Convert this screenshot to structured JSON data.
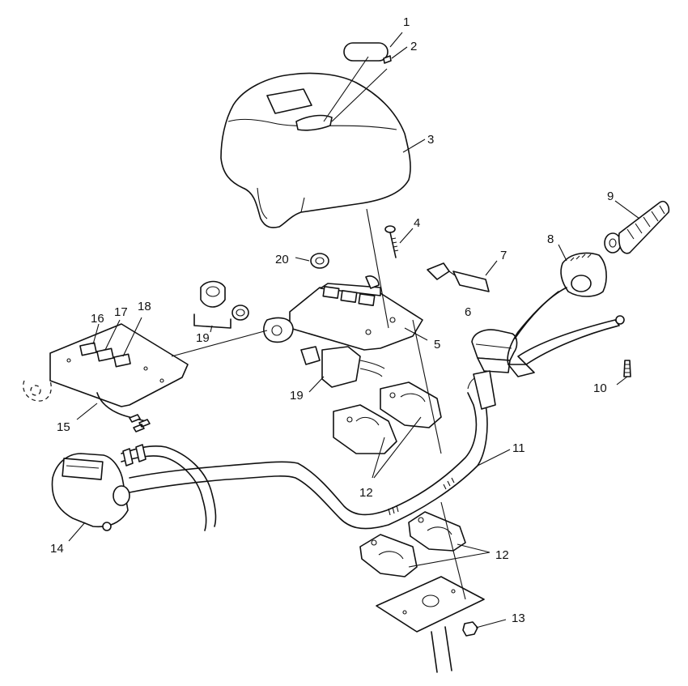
{
  "callouts": [
    {
      "id": "c1",
      "label": "1"
    },
    {
      "id": "c2",
      "label": "2"
    },
    {
      "id": "c3",
      "label": "3"
    },
    {
      "id": "c4",
      "label": "4"
    },
    {
      "id": "c5",
      "label": "5"
    },
    {
      "id": "c6",
      "label": "6"
    },
    {
      "id": "c7",
      "label": "7"
    },
    {
      "id": "c8",
      "label": "8"
    },
    {
      "id": "c9",
      "label": "9"
    },
    {
      "id": "c10",
      "label": "10"
    },
    {
      "id": "c11",
      "label": "11"
    },
    {
      "id": "c12a",
      "label": "12"
    },
    {
      "id": "c12b",
      "label": "12"
    },
    {
      "id": "c13",
      "label": "13"
    },
    {
      "id": "c14",
      "label": "14"
    },
    {
      "id": "c15",
      "label": "15"
    },
    {
      "id": "c16",
      "label": "16"
    },
    {
      "id": "c17",
      "label": "17"
    },
    {
      "id": "c18",
      "label": "18"
    },
    {
      "id": "c19a",
      "label": "19"
    },
    {
      "id": "c19b",
      "label": "19"
    },
    {
      "id": "c20",
      "label": "20"
    }
  ]
}
